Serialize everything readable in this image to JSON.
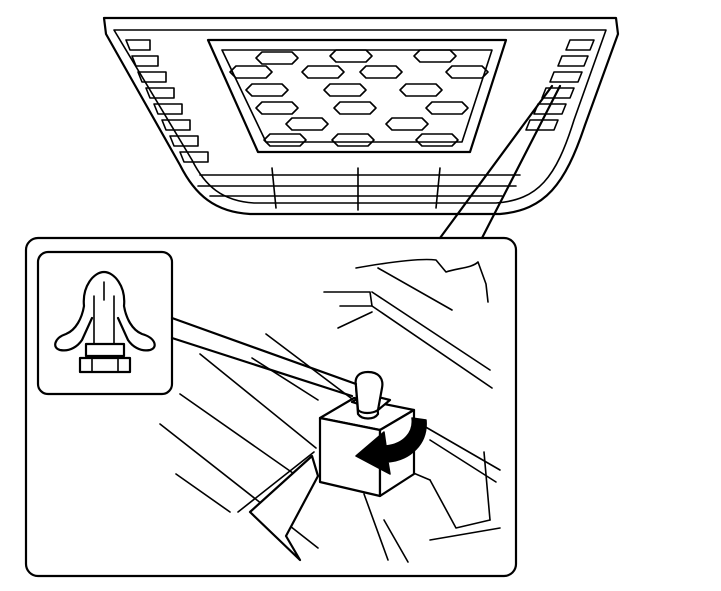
{
  "figure": {
    "subject": "grille-clip-removal",
    "colors": {
      "line": "#000000",
      "background": "#ffffff",
      "arrow_fill": "#000000"
    },
    "icons": [
      "grille-assembly",
      "clip-location-callout",
      "clip-detail-icon",
      "clip-head-icon",
      "rotate-arrow-icon"
    ]
  }
}
